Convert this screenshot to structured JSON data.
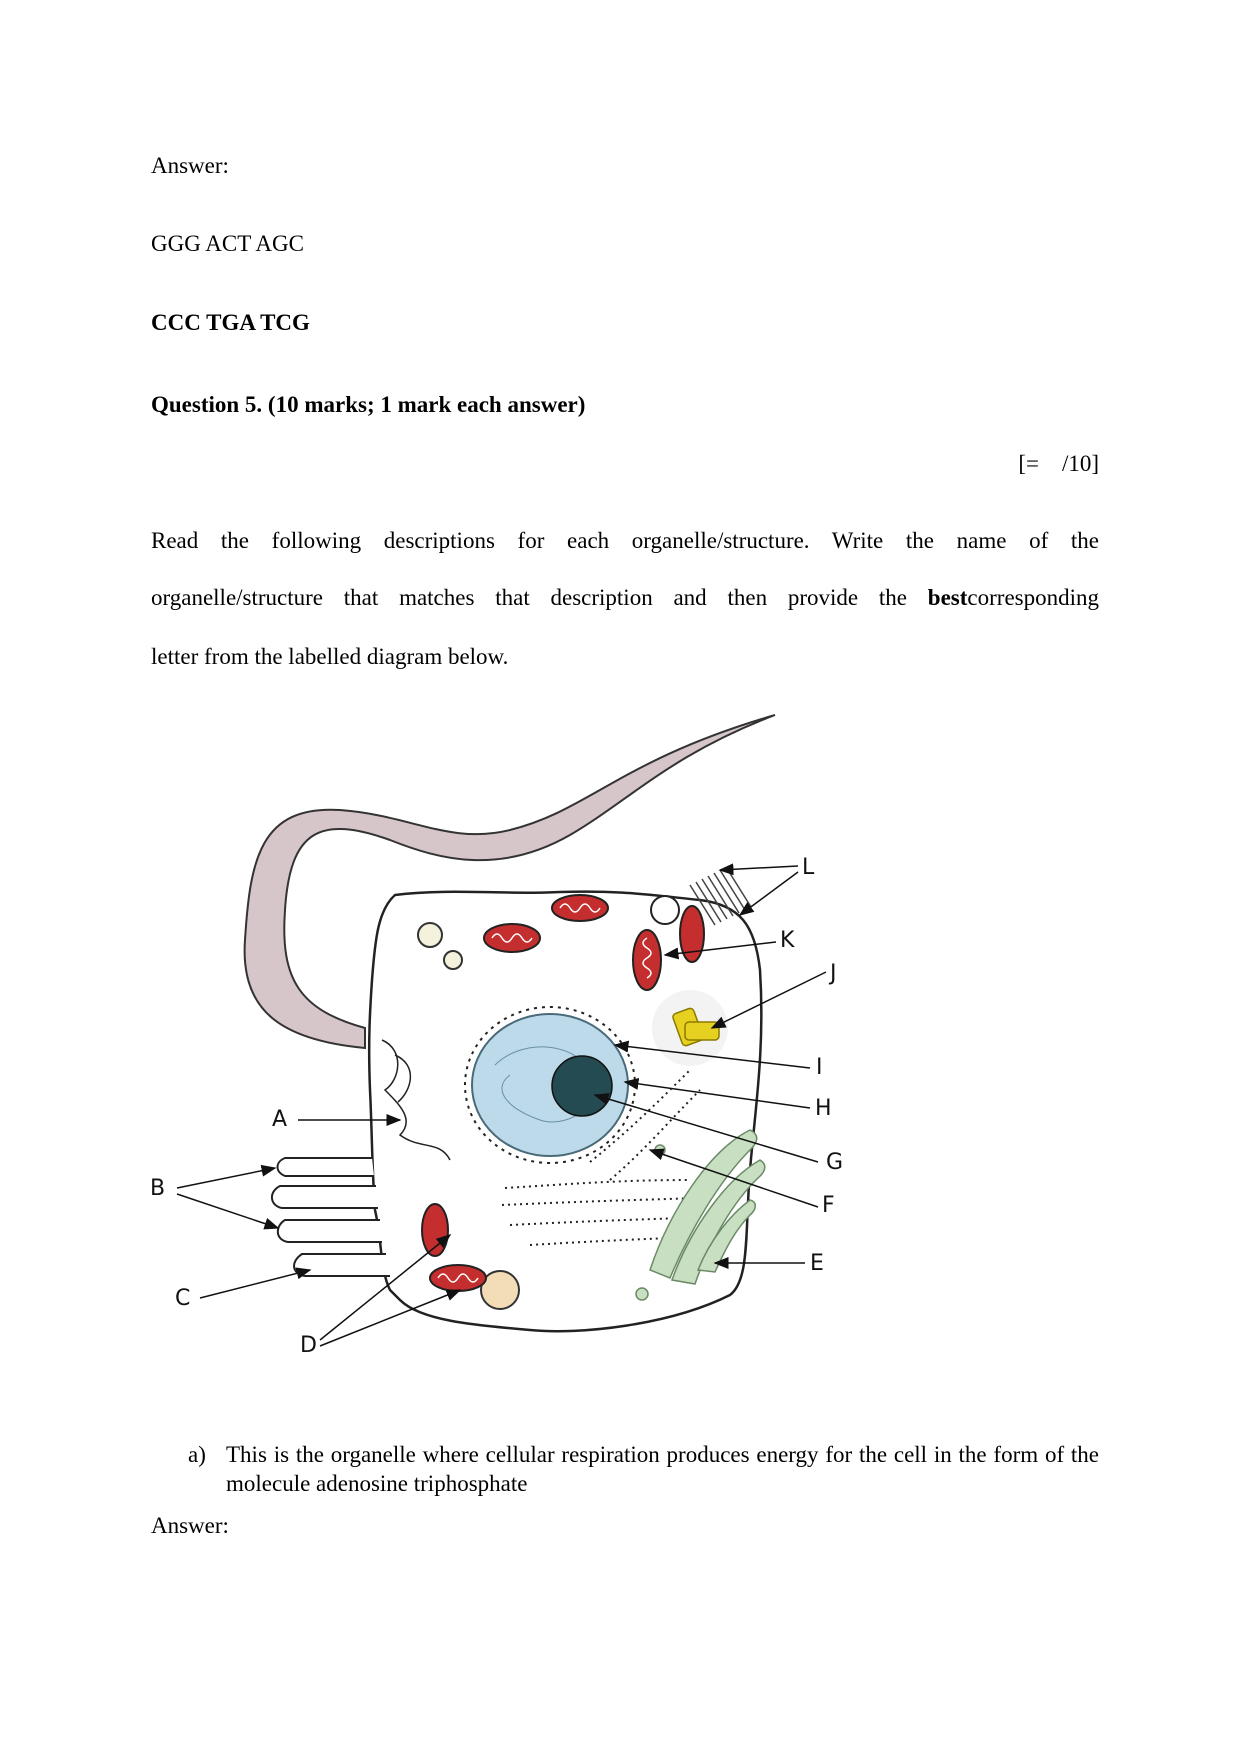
{
  "answer_label_1": "Answer:",
  "dna_top": "GGG ACT AGC",
  "dna_bottom": "CCC TGA TCG",
  "question_heading": "Question 5. (10 marks; 1 mark each answer)",
  "score_box": "[=    /10]",
  "instructions": {
    "line1": "Read the following descriptions for each organelle/structure. Write the name of the",
    "line2_pre": "organelle/structure that matches that description and then provide the ",
    "line2_bold": "best",
    "line2_post": "corresponding",
    "line3": "letter from the labelled diagram below."
  },
  "diagram": {
    "labels": [
      "A",
      "B",
      "C",
      "D",
      "E",
      "F",
      "G",
      "H",
      "I",
      "J",
      "K",
      "L"
    ]
  },
  "question_a": {
    "marker": "a)",
    "text": "This is the organelle where cellular respiration produces energy for the cell in the form of the molecule adenosine triphosphate"
  },
  "answer_label_2": "Answer:"
}
